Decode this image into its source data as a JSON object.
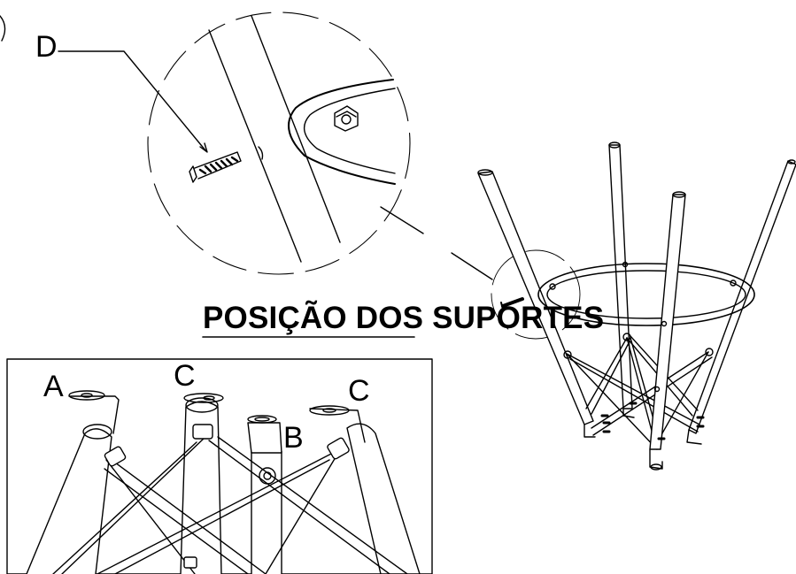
{
  "labels": {
    "d": "D",
    "title": "POSIÇÃO DOS SUPORTES",
    "a": "A",
    "c_left": "C",
    "b": "B",
    "c_right": "C"
  }
}
